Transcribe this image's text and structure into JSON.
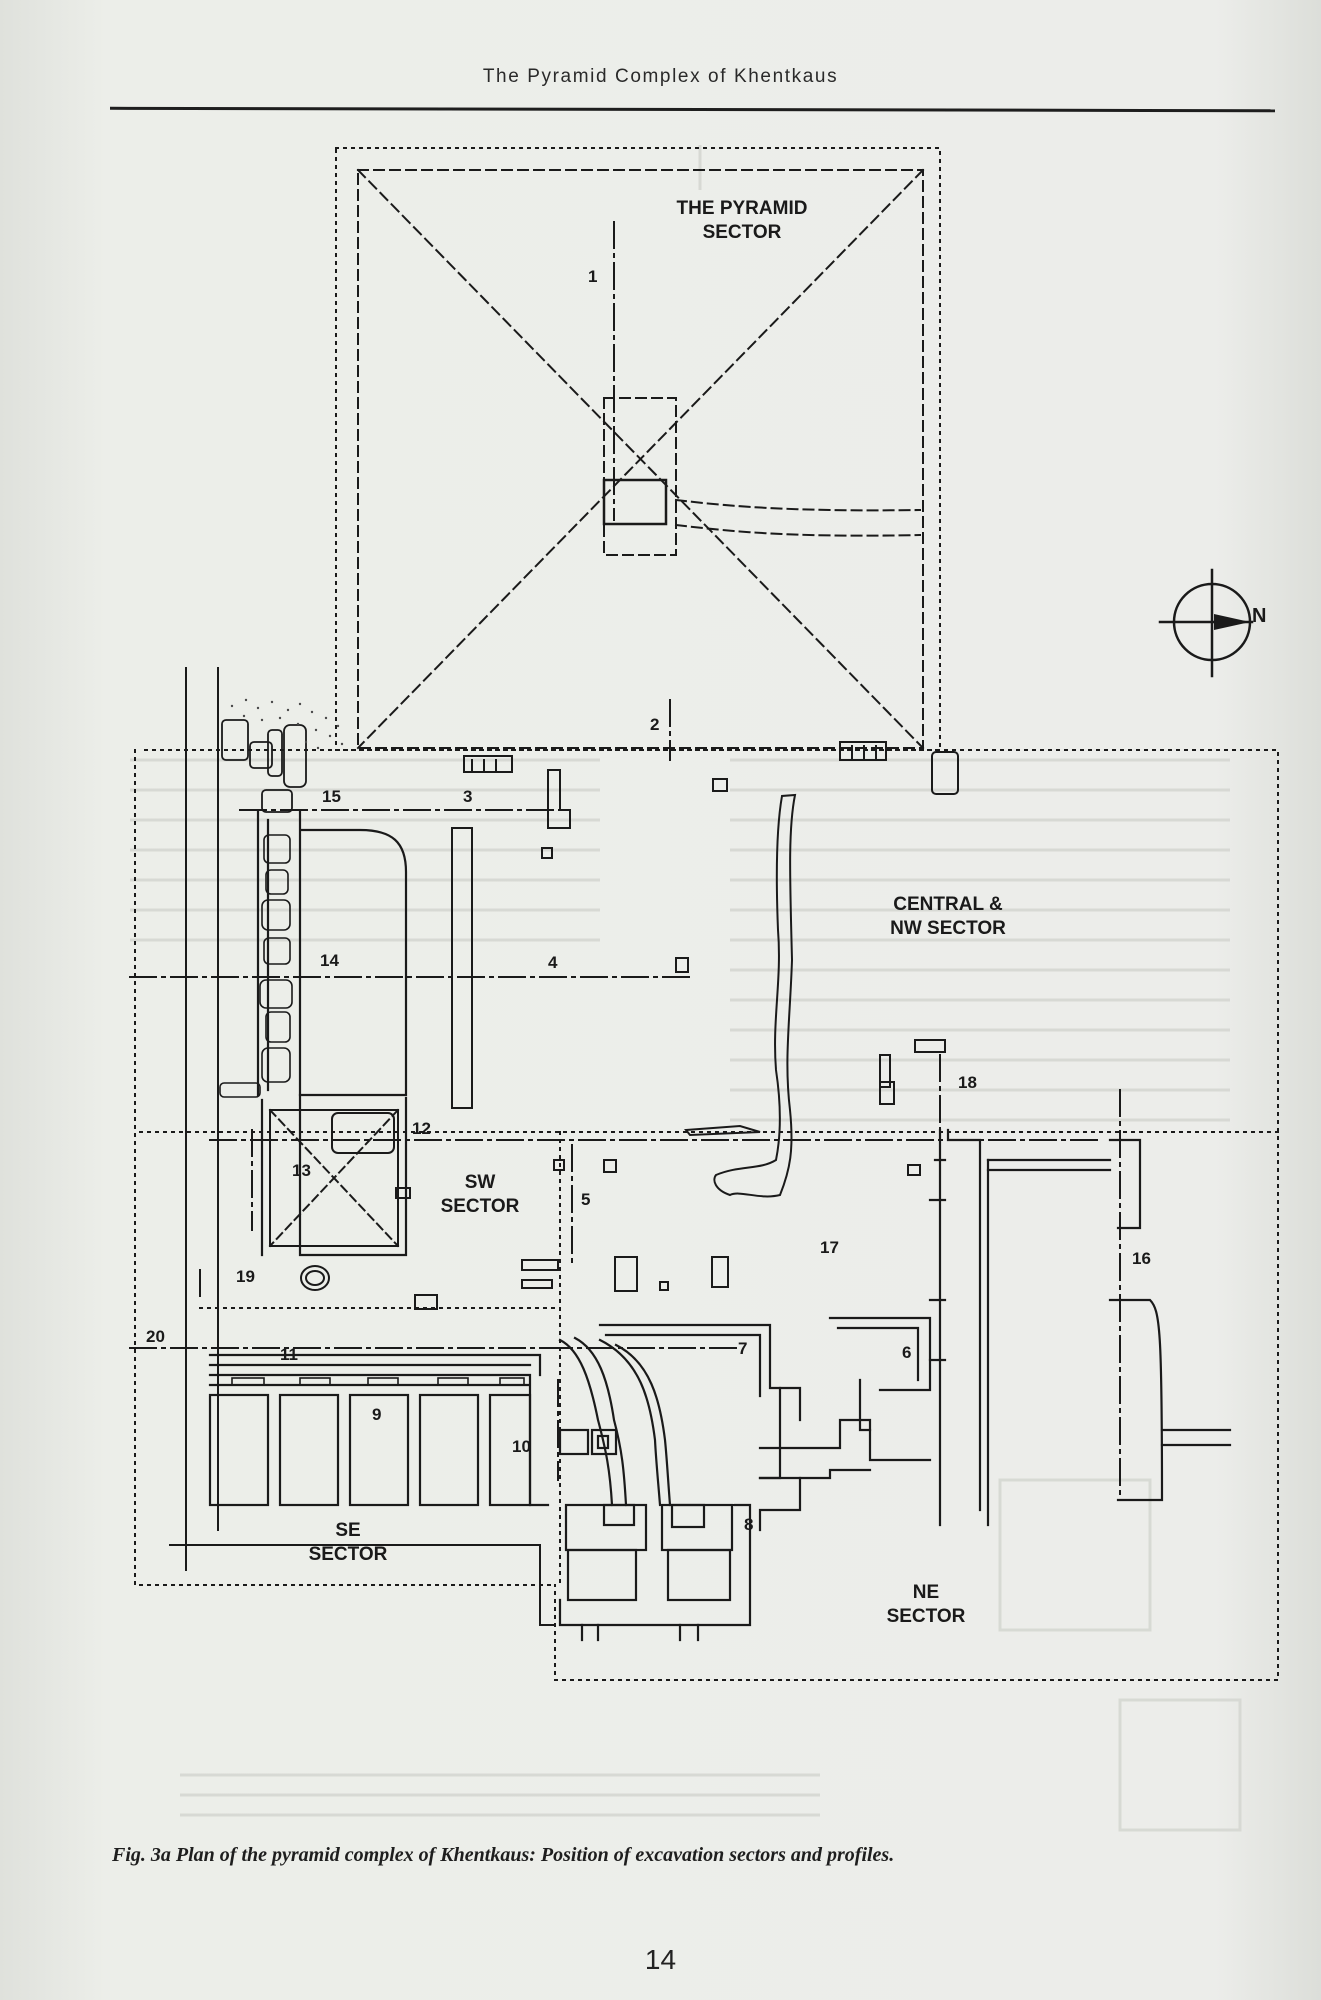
{
  "running_head": "The Pyramid Complex of Khentkaus",
  "caption": "Fig. 3a Plan of the pyramid complex of Khentkaus: Position of excavation sectors and profiles.",
  "page_number": "14",
  "compass": {
    "north_label": "N",
    "icon": "north-arrow-icon"
  },
  "plan": {
    "sectors": {
      "pyramid": [
        "THE PYRAMID",
        "SECTOR"
      ],
      "central_nw": [
        "CENTRAL &",
        "NW SECTOR"
      ],
      "sw": [
        "SW",
        "SECTOR"
      ],
      "se": [
        "SE",
        "SECTOR"
      ],
      "ne": [
        "NE",
        "SECTOR"
      ]
    },
    "profiles": {
      "p1": "1",
      "p2": "2",
      "p3": "3",
      "p4": "4",
      "p5": "5",
      "p6": "6",
      "p7": "7",
      "p8": "8",
      "p9": "9",
      "p10": "10",
      "p11": "11",
      "p12": "12",
      "p13": "13",
      "p14": "14",
      "p15": "15",
      "p16": "16",
      "p17": "17",
      "p18": "18",
      "p19": "19",
      "p20": "20"
    }
  },
  "colors": {
    "ink": "#1a1a1a",
    "paper": "#eceee9"
  }
}
